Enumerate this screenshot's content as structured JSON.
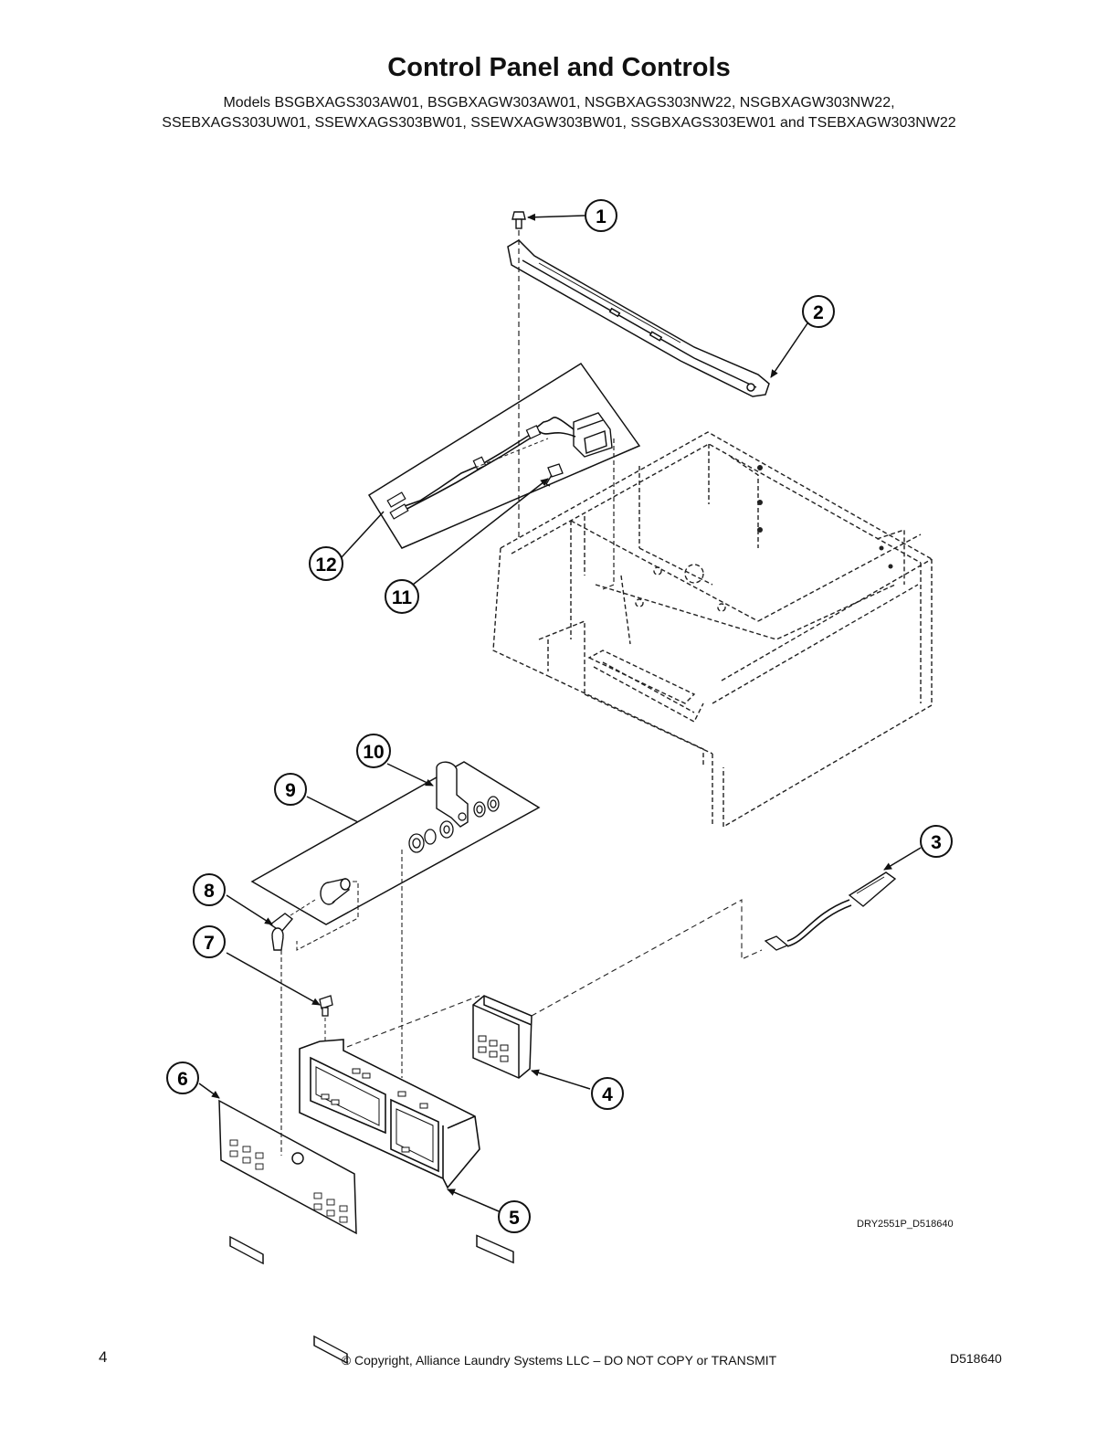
{
  "header": {
    "title": "Control Panel and Controls",
    "models_line1": "Models BSGBXAGS303AW01, BSGBXAGW303AW01, NSGBXAGS303NW22, NSGBXAGW303NW22,",
    "models_line2": "SSEBXAGS303UW01, SSEWXAGS303BW01, SSEWXAGW303BW01, SSGBXAGS303EW01 and TSEBXAGW303NW22"
  },
  "diagram": {
    "drawing_id": "DRY2551P_D518640",
    "callouts": [
      "1",
      "2",
      "3",
      "4",
      "5",
      "6",
      "7",
      "8",
      "9",
      "10",
      "11",
      "12"
    ]
  },
  "footer": {
    "page_number": "4",
    "copyright": "© Copyright, Alliance Laundry Systems LLC – DO NOT COPY or TRANSMIT",
    "document_id": "D518640"
  }
}
